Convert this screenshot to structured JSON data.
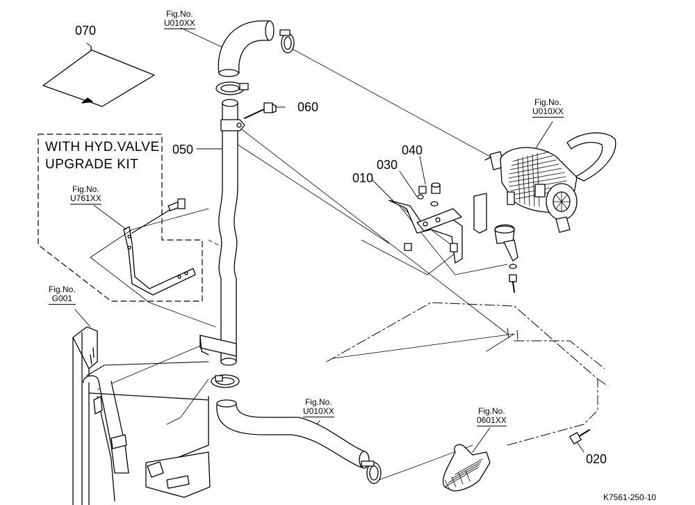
{
  "part_labels": {
    "p070": "070",
    "p060": "060",
    "p050": "050",
    "p040": "040",
    "p030": "030",
    "p010": "010",
    "p020": "020"
  },
  "fig_refs": {
    "top_hose": {
      "prefix": "Fig.No.",
      "code": "U010XX"
    },
    "air_cleaner": {
      "prefix": "Fig.No.",
      "code": "U010XX"
    },
    "hyd_kit": {
      "prefix": "Fig.No.",
      "code": "U761XX"
    },
    "frame": {
      "prefix": "Fig.No.",
      "code": "G001"
    },
    "bottom_hose": {
      "prefix": "Fig.No.",
      "code": "U010XX"
    },
    "intake": {
      "prefix": "Fig.No.",
      "code": "0601XX"
    }
  },
  "kit_box": {
    "line1": "WITH HYD.VALVE",
    "line2": "UPGRADE KIT"
  },
  "doc_id": "K7561-250-10"
}
